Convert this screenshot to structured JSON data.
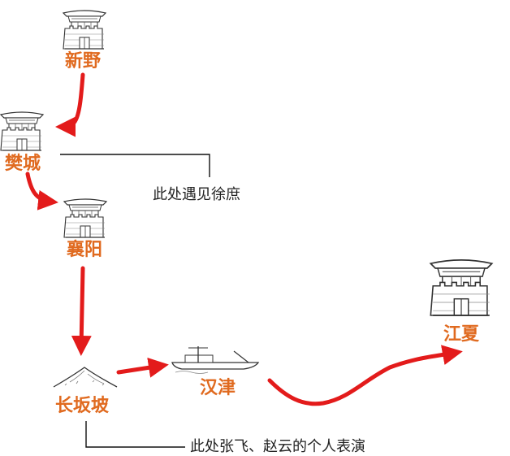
{
  "title": "",
  "places": {
    "xinye": "新野",
    "fancheng": "樊城",
    "xiangyang": "襄阳",
    "changbanpo": "长坂坡",
    "hanjin": "汉津",
    "jiangxia": "江夏"
  },
  "notes": {
    "xu_shu": "此处遇见徐庶",
    "zhang_zhao": "此处张飞、赵云的个人表演"
  },
  "colors": {
    "label": "#e06a1f",
    "arrow": "#e31b1b",
    "line": "#111111"
  },
  "icons": [
    "city-gate-icon",
    "mountain-icon",
    "boat-icon"
  ]
}
